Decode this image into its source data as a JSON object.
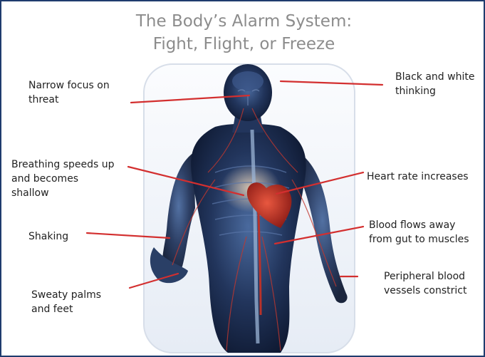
{
  "title": {
    "line1": "The Body’s Alarm System:",
    "line2": "Fight, Flight, or Freeze"
  },
  "labels": {
    "narrow_focus": "Narrow focus on\nthreat",
    "black_white": "Black and white\nthinking",
    "breathing": "Breathing speeds up\nand becomes\nshallow",
    "heart_rate": "Heart rate increases",
    "shaking": "Shaking",
    "blood_flows": "Blood flows away\nfrom gut to muscles",
    "sweaty": "Sweaty palms\nand feet",
    "peripheral": "Peripheral blood\nvessels constrict"
  },
  "colors": {
    "border": "#1f3c6e",
    "title": "#8c8c8c",
    "pointer": "#d32f2f",
    "body": "#1b2a4a",
    "heart": "#c0392b"
  }
}
